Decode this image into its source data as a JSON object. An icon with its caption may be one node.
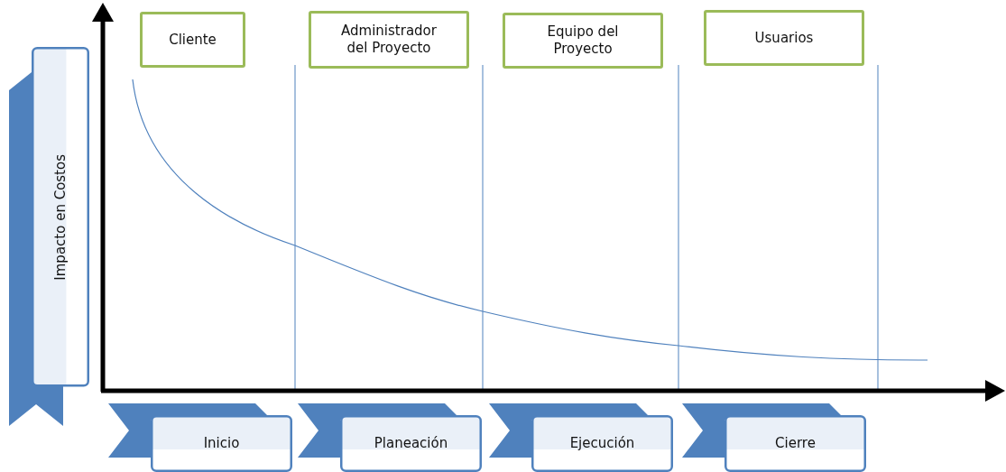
{
  "diagram": {
    "nodes": [
      {
        "text": [
          "Cliente"
        ]
      },
      {
        "text": [
          "Administrador del Proyecto"
        ]
      },
      {
        "text": [
          "Equipo del Proyecto"
        ]
      },
      {
        "text": [
          "Usuarios"
        ]
      },
      {
        "text": [
          "Impacto en Costos"
        ]
      },
      {
        "text": [
          "Inicio"
        ]
      },
      {
        "text": [
          "Planeación"
        ]
      },
      {
        "text": [
          "Ejecución"
        ]
      },
      {
        "text": [
          "Cierre"
        ]
      }
    ]
  }
}
